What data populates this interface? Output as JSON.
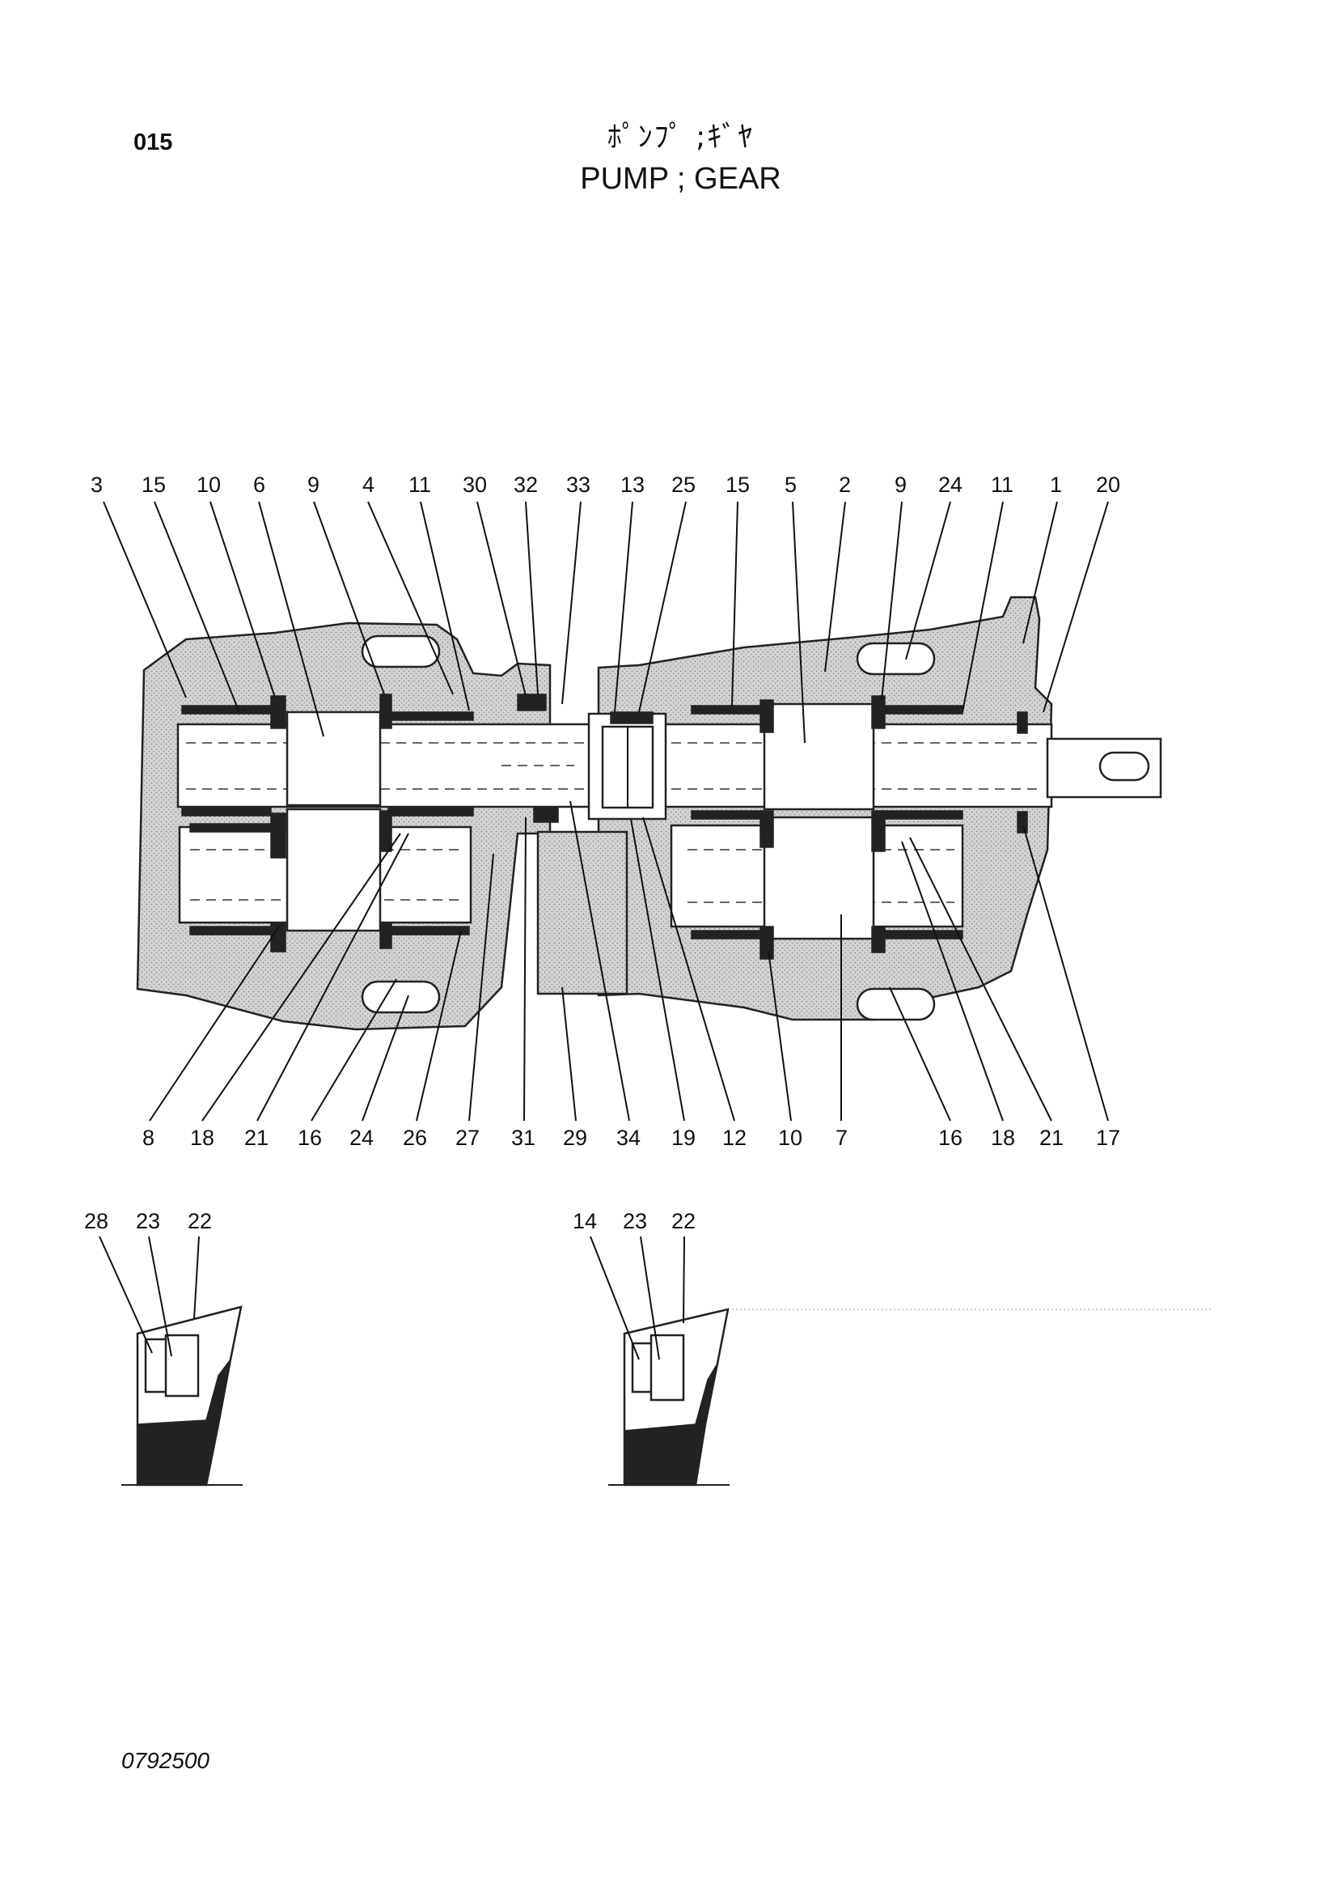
{
  "header": {
    "page_code": "015",
    "title_jp": "ﾎﾟﾝﾌﾟ ;ｷﾞﾔ",
    "title_en": "PUMP ; GEAR"
  },
  "main_view": {
    "top_callouts": [
      "3",
      "15",
      "10",
      "6",
      "9",
      "4",
      "11",
      "30",
      "32",
      "33",
      "13",
      "25",
      "15",
      "5",
      "2",
      "9",
      "24",
      "11",
      "1",
      "20"
    ],
    "bottom_callouts": [
      "8",
      "18",
      "21",
      "16",
      "24",
      "26",
      "27",
      "31",
      "29",
      "34",
      "19",
      "12",
      "10",
      "7",
      "16",
      "18",
      "21",
      "17"
    ]
  },
  "detail_left": {
    "callouts": [
      "28",
      "23",
      "22"
    ]
  },
  "detail_right": {
    "callouts": [
      "14",
      "23",
      "22"
    ]
  },
  "footer": {
    "drawing_number": "0792500"
  }
}
